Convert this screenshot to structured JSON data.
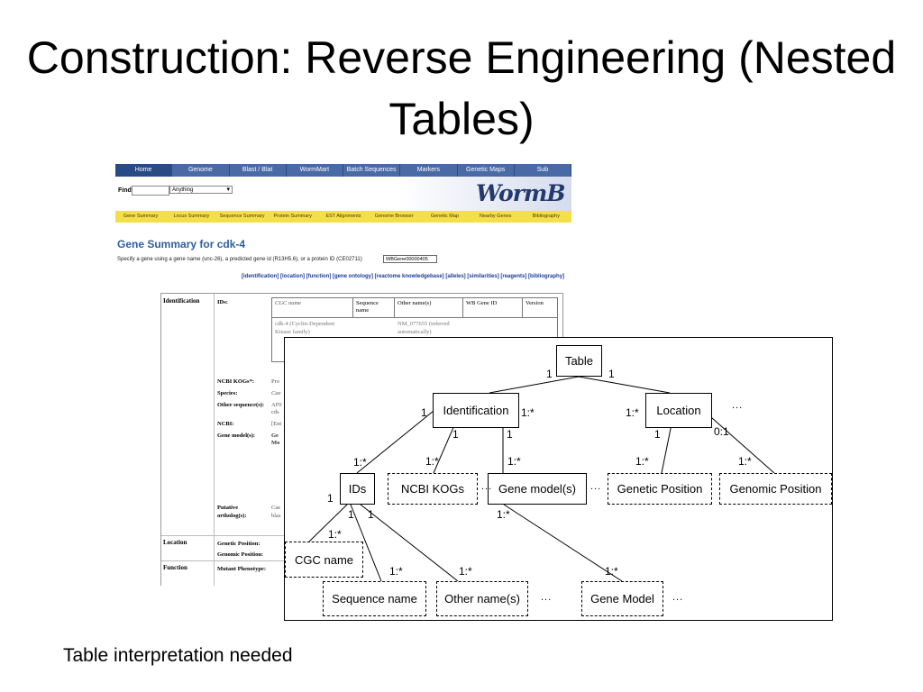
{
  "slide": {
    "title": "Construction: Reverse Engineering (Nested Tables)",
    "footer": "Table interpretation needed"
  },
  "wormbase": {
    "nav": [
      "Home",
      "Genome",
      "Blast / Blat",
      "WormMart",
      "Batch Sequences",
      "Markers",
      "Genetic Maps",
      "Sub"
    ],
    "find_label": "Find:",
    "find_select": "Anything",
    "logo": "WormB",
    "tabs": [
      "Gene Summary",
      "Locus Summary",
      "Sequence Summary",
      "Protein Summary",
      "EST Alignments",
      "Genome Browser",
      "Genetic Map",
      "Nearby Genes",
      "Bibliography"
    ],
    "heading": "Gene Summary for cdk-4",
    "specify": "Specify a gene using a gene name (unc-26), a predicted gene id (R13H5.6), or a protein ID (CE02711)",
    "id_value": "WBGene00000405",
    "links": "[identification] [location] [function] [gene ontology] [reactome knowledgebase] [alleles] [similarities] [reagents] [bibliography]",
    "sections": [
      "Identification",
      "Location",
      "Function"
    ],
    "ids_label": "IDs:",
    "inner_headers": [
      "CGC name",
      "Sequence name",
      "Other name(s)",
      "WB Gene ID",
      "Version"
    ],
    "inner_cell_1": "cdk-4 (Cyclin-Dependent Kinase family)",
    "inner_cell_2": "NM_077655 (inferred automatically)",
    "field_labels": [
      "NCBI KOGs*:",
      "Species:",
      "Other sequence(s):",
      "NCBI:",
      "Gene model(s):",
      "Putative ortholog(s):",
      "Genetic Position:",
      "Genomic Position:",
      "Mutant Phenotype:"
    ],
    "field_values": [
      "Pro",
      "Cae",
      "AF0 cds",
      "[Ent",
      "Ge Mo",
      "Cae blas"
    ]
  },
  "diagram": {
    "nodes": {
      "table": "Table",
      "identification": "Identification",
      "location": "Location",
      "ids": "IDs",
      "ncbi_kogs": "NCBI KOGs",
      "gene_models": "Gene model(s)",
      "genetic_position": "Genetic Position",
      "genomic_position": "Genomic Position",
      "cgc_name": "CGC name",
      "sequence_name": "Sequence name",
      "other_names": "Other name(s)",
      "gene_model": "Gene Model"
    },
    "multiplicities": {
      "one": "1",
      "one_many": "1:*",
      "zero_one": "0:1"
    },
    "ellipsis": "..."
  }
}
